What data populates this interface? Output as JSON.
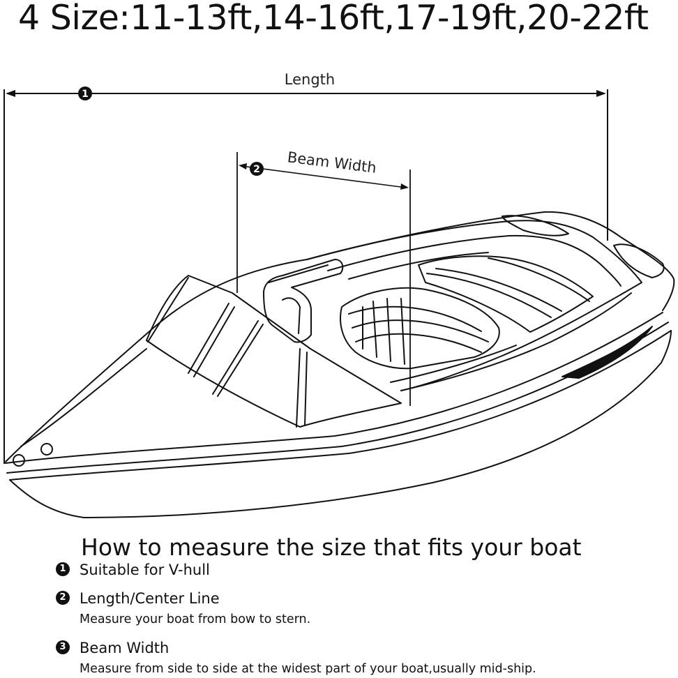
{
  "title": "4 Size:11-13ft,14-16ft,17-19ft,20-22ft",
  "diagram": {
    "length_label": "Length",
    "beam_label": "Beam Width",
    "length_marker": "1",
    "beam_marker": "2"
  },
  "guide": {
    "heading": "How to measure the size that fits your boat",
    "items": [
      {
        "marker": "1",
        "title": "Suitable for V-hull",
        "description": ""
      },
      {
        "marker": "2",
        "title": "Length/Center Line",
        "description": "Measure your boat from bow to stern."
      },
      {
        "marker": "3",
        "title": "Beam Width",
        "description": "Measure from side to side at the widest part of your boat,usually mid-ship."
      }
    ]
  }
}
